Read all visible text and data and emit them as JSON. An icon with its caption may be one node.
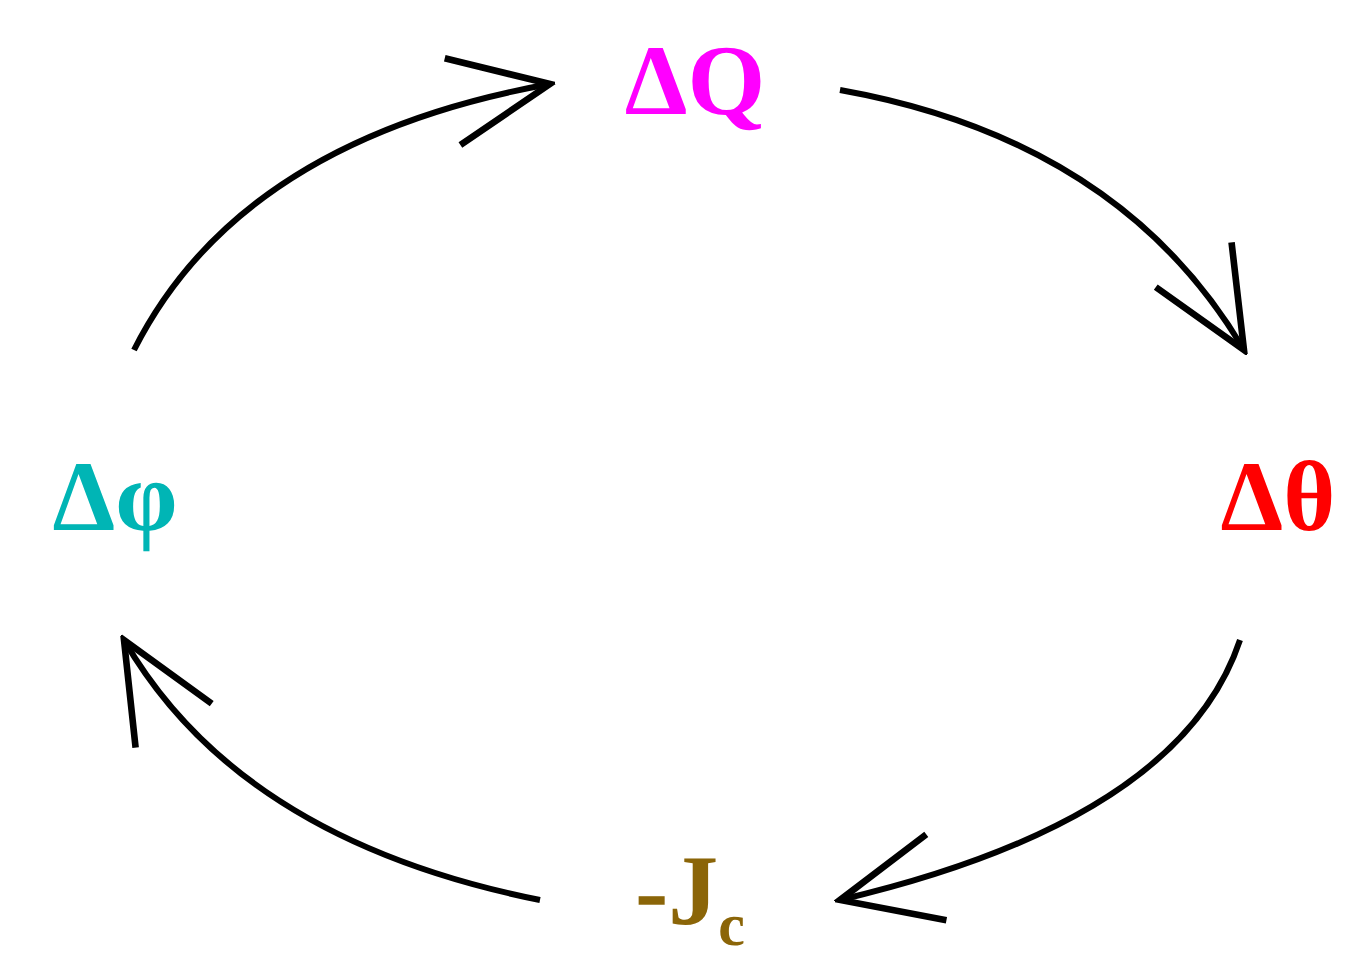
{
  "diagram": {
    "nodes": [
      {
        "text": [
          "ΔQ"
        ]
      },
      {
        "text": [
          "Δθ"
        ]
      },
      {
        "text": [
          "-J$_{c}$"
        ]
      },
      {
        "text": [
          "Δφ"
        ]
      }
    ],
    "edges": [
      {
        "from": 0,
        "to": 1,
        "arrow": "to"
      },
      {
        "from": 1,
        "to": 2,
        "arrow": "to"
      },
      {
        "from": 2,
        "to": 3,
        "arrow": "to"
      },
      {
        "from": 3,
        "to": 0,
        "arrow": "to"
      }
    ]
  }
}
